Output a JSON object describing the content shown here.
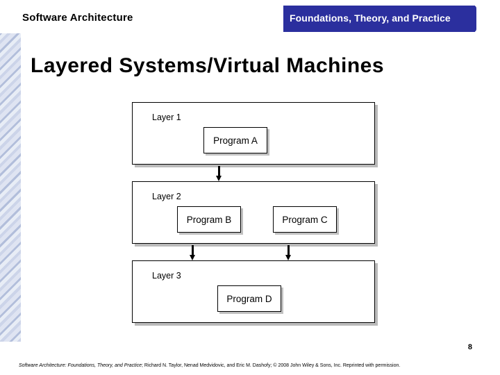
{
  "header": {
    "title": "Software Architecture",
    "subtitle": "Foundations, Theory, and Practice",
    "bar_color": "#2b2f9e"
  },
  "slide": {
    "title": "Layered Systems/Virtual Machines",
    "page_number": "8"
  },
  "figure": {
    "layers": [
      {
        "label": "Layer 1",
        "programs": [
          "Program A"
        ]
      },
      {
        "label": "Layer 2",
        "programs": [
          "Program B",
          "Program C"
        ]
      },
      {
        "label": "Layer 3",
        "programs": [
          "Program  D"
        ]
      }
    ],
    "arrows": [
      "arrow-layer1-to-layer2",
      "arrow-layer2-b-to-layer3",
      "arrow-layer2-c-to-layer3"
    ]
  },
  "footer": {
    "italic_part": "Software Architecture: Foundations, Theory, and Practice",
    "rest_part": "; Richard N. Taylor, Nenad Medvidovic, and Eric M. Dashofy; © 2008 John Wiley & Sons, Inc. Reprinted with permission."
  }
}
